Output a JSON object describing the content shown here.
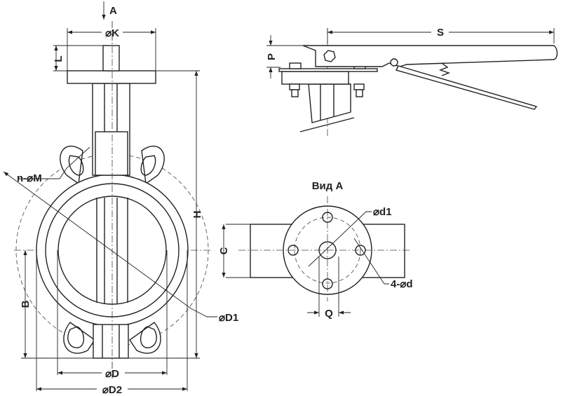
{
  "title": "Butterfly valve with lever handle — dimension drawing",
  "labels": {
    "view_arrow": "A",
    "K": "⌀K",
    "L": "L",
    "M": "n-⌀M",
    "H": "H",
    "B": "B",
    "D1": "⌀D1",
    "D": "⌀D",
    "D2": "⌀D2",
    "S": "S",
    "P": "P",
    "view_a": "Вид А",
    "d1": "⌀d1",
    "C": "C",
    "d": "4-⌀d",
    "Q": "Q"
  },
  "colors": {
    "line": "#222222",
    "background": "#ffffff"
  }
}
